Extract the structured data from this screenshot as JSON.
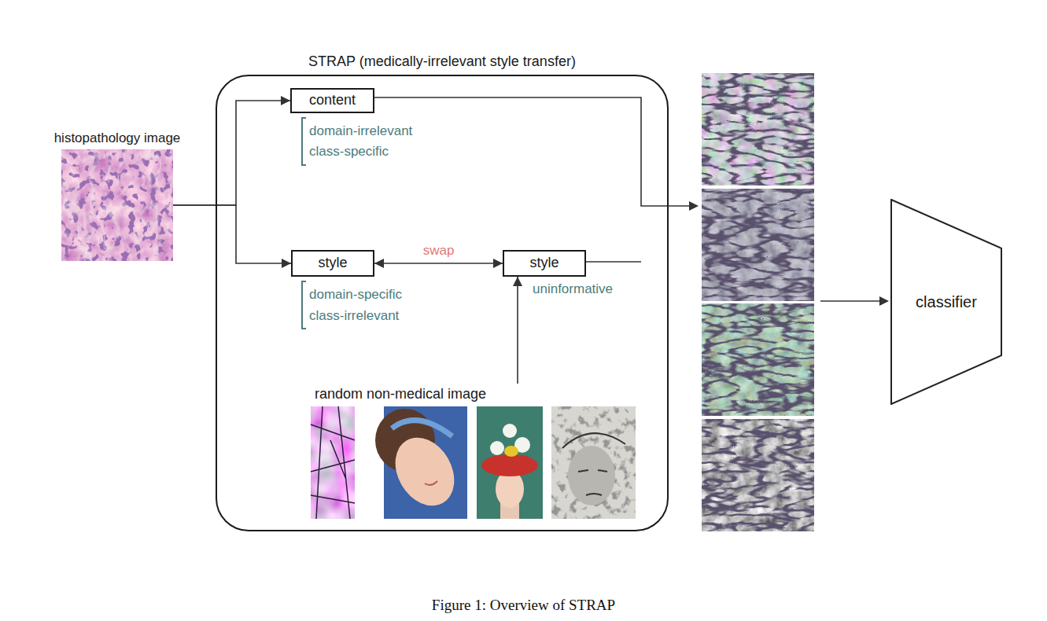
{
  "diagram": {
    "caption": "Figure 1: Overview of STRAP",
    "nodes": [
      {
        "text": [
          "histopathology image"
        ]
      },
      {
        "text": [
          "STRAP (medically-irrelevant style transfer)"
        ]
      },
      {
        "text": [
          "content"
        ],
        "in": 1
      },
      {
        "text": [
          "style"
        ],
        "in": 1
      },
      {
        "text": [
          "style"
        ],
        "in": 1
      },
      {
        "text": [
          "random non-medical image"
        ],
        "in": 1
      },
      {
        "text": [
          "classifier"
        ]
      }
    ],
    "edges": [
      {
        "from": 0,
        "to": 2,
        "arrow": "to"
      },
      {
        "from": 0,
        "to": 3,
        "arrow": "to"
      },
      {
        "from": 3,
        "to": 4,
        "label": "swap",
        "arrow": "both"
      },
      {
        "from": 5,
        "to": 4,
        "arrow": "to"
      }
    ],
    "labels": [
      "domain-irrelevant",
      "class-specific",
      "domain-specific",
      "class-irrelevant",
      "uninformative"
    ]
  }
}
